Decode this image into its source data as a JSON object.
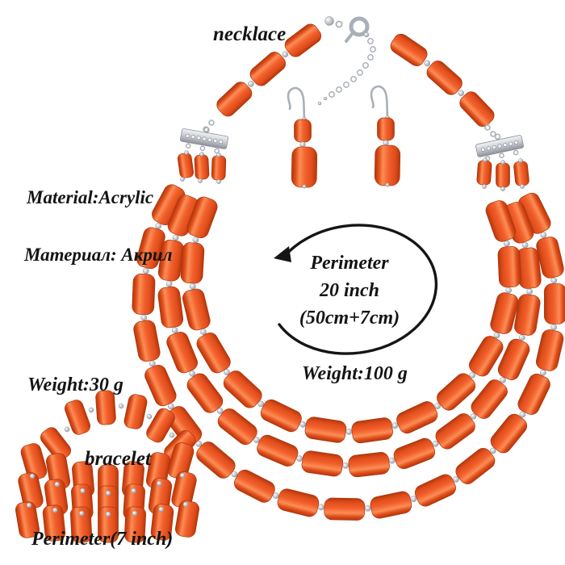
{
  "labels": {
    "necklace": "necklace",
    "material_en": "Material:Acrylic",
    "material_ru": "Материал: Акрил",
    "necklace_weight": "Weight:100 g",
    "bracelet_weight": "Weight:30 g",
    "bracelet": "bracelet",
    "bracelet_perimeter": "Perimeter(7 inch)"
  },
  "annotation": {
    "line1": "Perimeter",
    "line2": "20 inch",
    "line3": "(50cm+7cm)"
  },
  "colors": {
    "background": "#ffffff",
    "text": "#141414",
    "annotation_stroke": "#151515",
    "bead_edge": "#b5360b",
    "bead_dark": "#dd4c1a",
    "bead_main": "#f2602c",
    "bead_highlight": "#fc8d55",
    "bead_outline": "#a8380e",
    "silver": "#c9ccd2",
    "silver_mid": "#aab0b8",
    "silver_dark": "#8d9099",
    "silver_light": "#f2f3f5"
  }
}
